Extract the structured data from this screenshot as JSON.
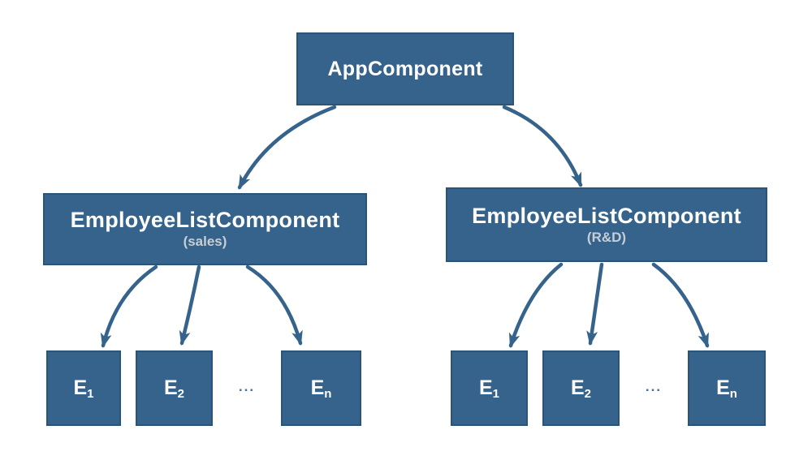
{
  "page": {
    "background": "#ffffff"
  },
  "colors": {
    "node_fill": "#35638b",
    "node_border": "#2a5579",
    "arrow": "#35638b",
    "title_text": "#ffffff",
    "subtitle_text": "#c7ced6",
    "ellipsis_text": "#49729b"
  },
  "diagram": {
    "root": {
      "label": "AppComponent"
    },
    "groups": [
      {
        "title": "EmployeeListComponent",
        "subtitle": "(sales)"
      },
      {
        "title": "EmployeeListComponent",
        "subtitle": "(R&D)"
      }
    ],
    "employee": {
      "base": "E",
      "subscripts": [
        "1",
        "2",
        "n"
      ]
    },
    "ellipsis": "..."
  }
}
